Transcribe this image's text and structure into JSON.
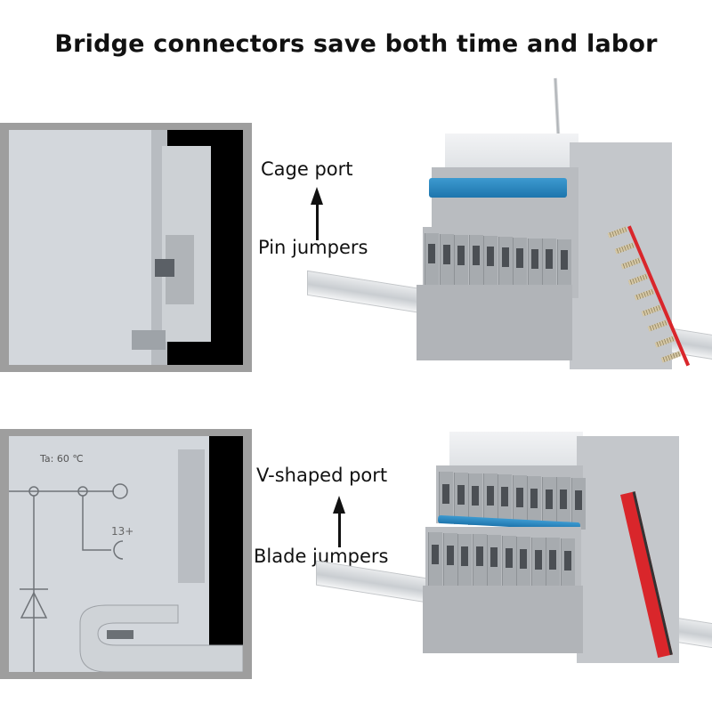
{
  "title": "Bridge connectors save both time and labor",
  "sections": [
    {
      "id": "cage",
      "top_label": "Cage port",
      "bottom_label": "Pin jumpers",
      "jumper_color": "#1d75ad",
      "side_jumper_color": "#d9262b",
      "terminal_count": 10
    },
    {
      "id": "v-shaped",
      "top_label": "V-shaped port",
      "bottom_label": "Blade jumpers",
      "jumper_color": "#1d75ad",
      "side_jumper_color": "#d9262b",
      "terminal_count": 10,
      "inset_markings": {
        "temperature": "Ta: 60 ℃",
        "terminal_number": "13+"
      }
    }
  ]
}
